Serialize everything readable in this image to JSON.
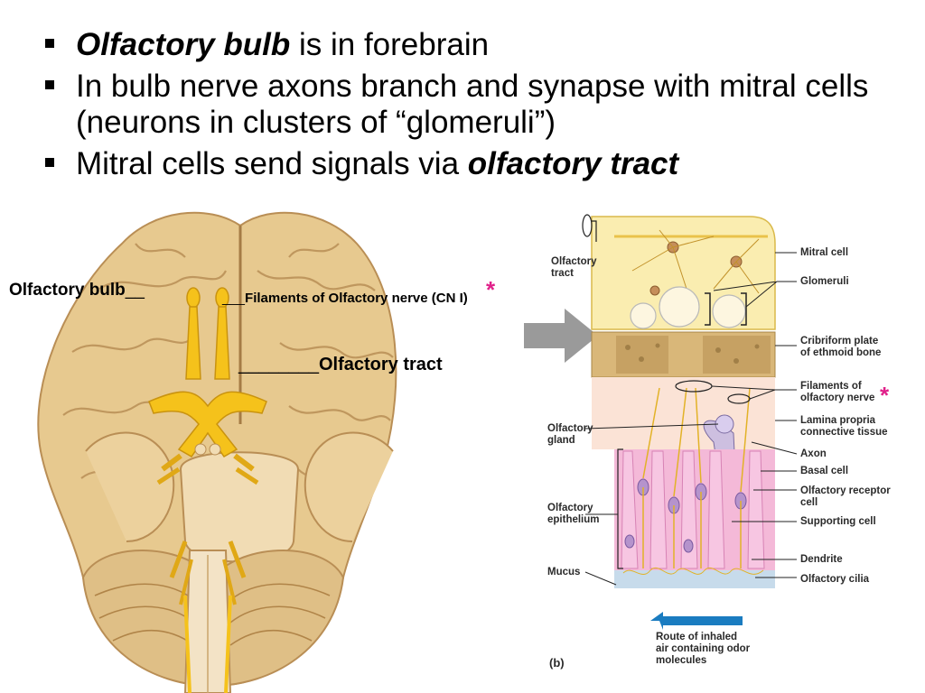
{
  "bullets": [
    {
      "bold_italic": "Olfactory bulb",
      "text": " is in forebrain"
    },
    {
      "text": "In bulb nerve axons branch and synapse with mitral cells (neurons in clusters of “glomeruli”)"
    },
    {
      "text": "Mitral cells send signals via ",
      "bold_italic": "olfactory tract"
    }
  ],
  "brain_labels": {
    "olfactory_bulb": "Olfactory bulb",
    "filaments": "Filaments of Olfactory nerve (CN I)",
    "olfactory_tract": "Olfactory tract",
    "star": "*"
  },
  "detail_labels": {
    "olfactory_tract": "Olfactory\ntract",
    "mitral_cell": "Mitral cell",
    "glomeruli": "Glomeruli",
    "cribriform": "Cribriform plate\nof ethmoid bone",
    "filaments": "Filaments of\nolfactory nerve",
    "lamina": "Lamina propria\nconnective tissue",
    "olfactory_gland": "Olfactory\ngland",
    "axon": "Axon",
    "basal_cell": "Basal cell",
    "receptor_cell": "Olfactory receptor\ncell",
    "supporting_cell": "Supporting cell",
    "olfactory_epithelium": "Olfactory\nepithelium",
    "dendrite": "Dendrite",
    "mucus": "Mucus",
    "cilia": "Olfactory cilia",
    "route": "Route of inhaled\nair containing odor\nmolecules",
    "panel": "(b)"
  },
  "colors": {
    "star": "#e0218a",
    "nerve": "#f5c21b",
    "brain": "#e7c98f",
    "arrow": "#9a9a9a",
    "route_arrow": "#1a7cc0"
  }
}
